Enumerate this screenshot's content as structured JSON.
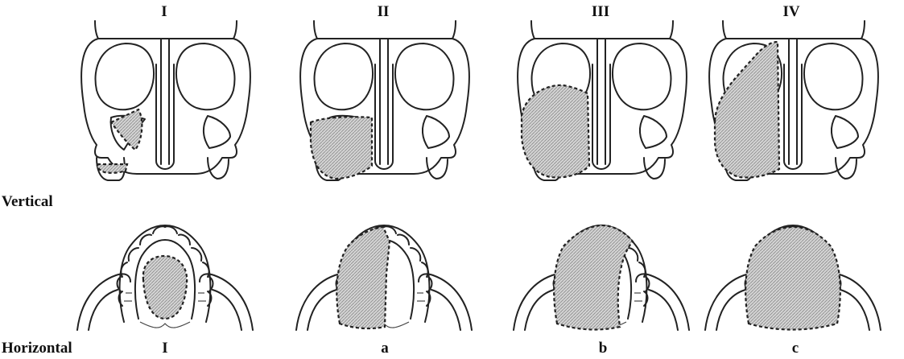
{
  "row_labels": {
    "vertical": "Vertical",
    "horizontal": "Horizontal"
  },
  "vertical_classes": [
    "I",
    "II",
    "III",
    "IV"
  ],
  "horizontal_classes": [
    "I",
    "a",
    "b",
    "c"
  ],
  "colors": {
    "outline": "#222222",
    "lesion_fill": "#bfbfbf",
    "background": "#ffffff"
  }
}
